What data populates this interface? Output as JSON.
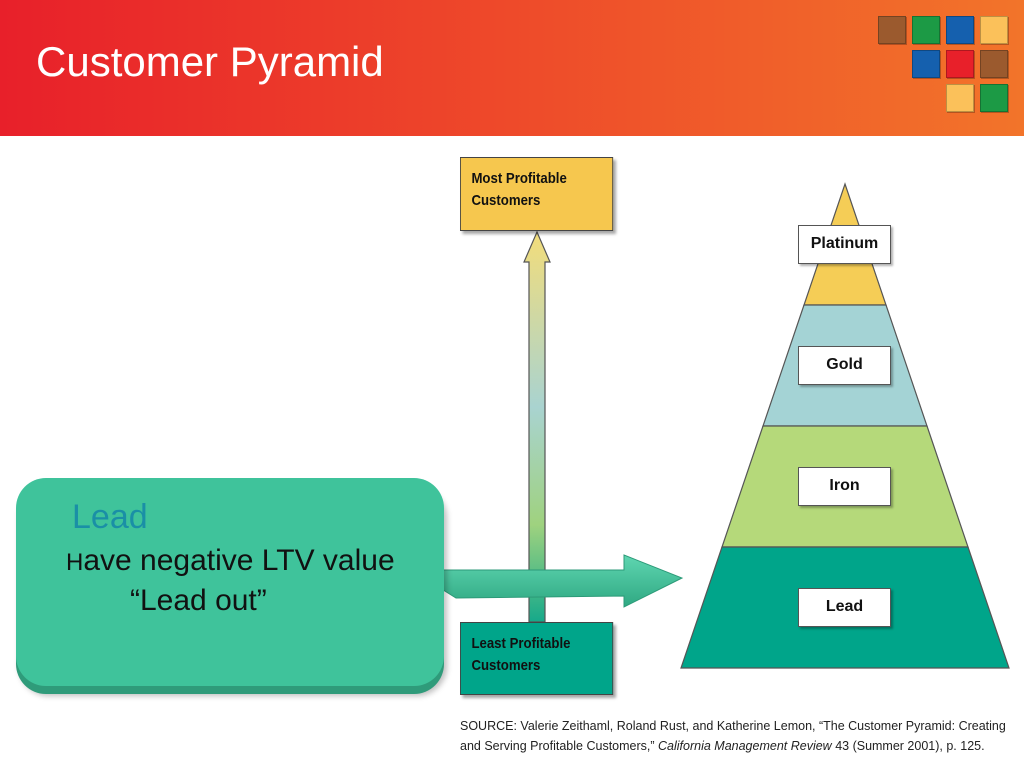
{
  "header": {
    "title": "Customer Pyramid",
    "tile_colors": [
      "#9b5a2e",
      "#1c9a45",
      "#1560ae",
      "#fbc15a",
      "#1560ae",
      "#e8202a",
      "#9b5a2e",
      "#fbc15a",
      "#1c9a45"
    ]
  },
  "diagram": {
    "top_box": "Most Profitable\nCustomers",
    "bottom_box": "Least Profitable\nCustomers",
    "tiers": [
      {
        "label": "Platinum",
        "color": "#f5cd56"
      },
      {
        "label": "Gold",
        "color": "#a4d3d5"
      },
      {
        "label": "Iron",
        "color": "#b5d97a"
      },
      {
        "label": "Lead",
        "color": "#00a58a"
      }
    ]
  },
  "callout": {
    "title": "Lead",
    "line1_prefix": "H",
    "line1_rest": "ave negative LTV value",
    "line2": "“Lead out”"
  },
  "source": {
    "prefix": "SOURCE: Valerie Zeithaml, Roland Rust, and Katherine Lemon, “The Customer Pyramid: Creating and Serving Profitable Customers,” ",
    "journal": "California Management Review",
    "suffix": " 43 (Summer 2001), p. 125."
  }
}
